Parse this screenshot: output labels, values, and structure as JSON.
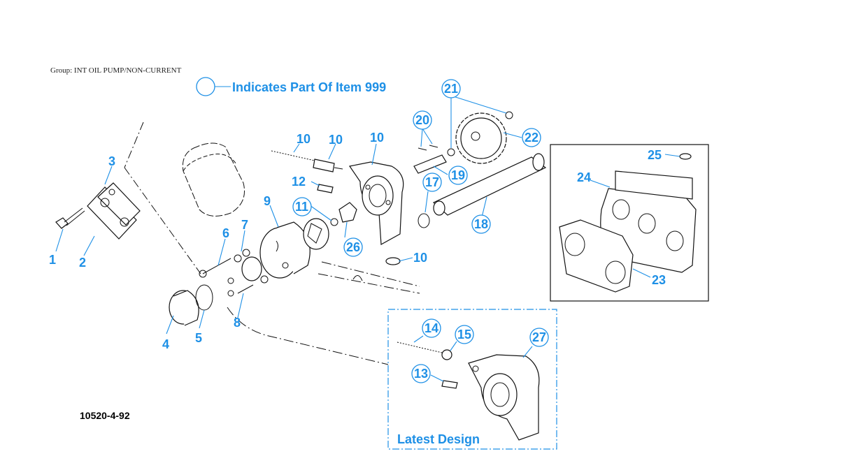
{
  "group_label": "Group: INT OIL PUMP/NON-CURRENT",
  "legend_text": "Indicates Part Of Item 999",
  "figure_code": "10520-4-92",
  "latest_design_label": "Latest Design",
  "callouts": {
    "c1": "1",
    "c2": "2",
    "c3": "3",
    "c4": "4",
    "c5": "5",
    "c6": "6",
    "c7": "7",
    "c8": "8",
    "c9": "9",
    "c10a": "10",
    "c10b": "10",
    "c10c": "10",
    "c10d": "10",
    "c11": "11",
    "c12": "12",
    "c13": "13",
    "c14": "14",
    "c15": "15",
    "c17": "17",
    "c18": "18",
    "c19": "19",
    "c20": "20",
    "c21": "21",
    "c22": "22",
    "c23": "23",
    "c24": "24",
    "c25": "25",
    "c26": "26",
    "c27": "27"
  },
  "colors": {
    "callout": "#1e90e6",
    "line": "#111111"
  }
}
